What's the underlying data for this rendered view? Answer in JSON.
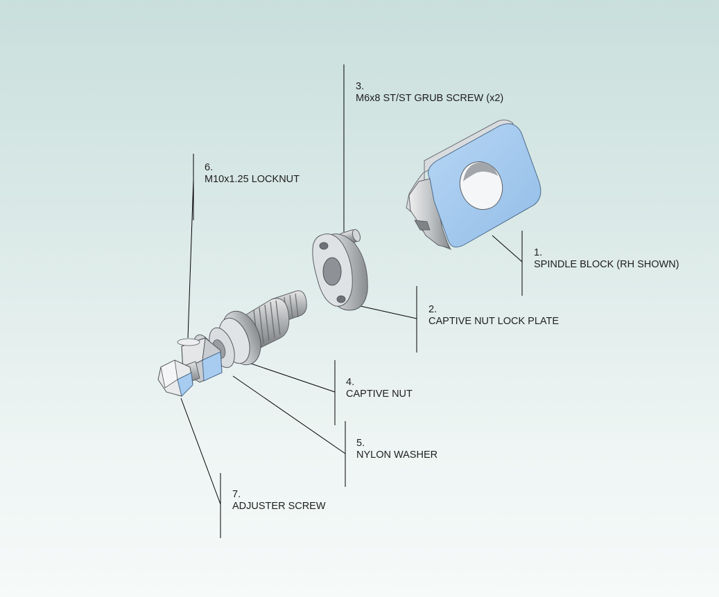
{
  "callouts": [
    {
      "id": "spindle-block",
      "number": "1.",
      "label": "SPINDLE BLOCK (RH SHOWN)"
    },
    {
      "id": "captive-nut-lock-plate",
      "number": "2.",
      "label": "CAPTIVE NUT LOCK PLATE"
    },
    {
      "id": "grub-screw",
      "number": "3.",
      "label": "M6x8 ST/ST GRUB SCREW (x2)"
    },
    {
      "id": "captive-nut",
      "number": "4.",
      "label": "CAPTIVE NUT"
    },
    {
      "id": "nylon-washer",
      "number": "5.",
      "label": "NYLON WASHER"
    },
    {
      "id": "locknut",
      "number": "6.",
      "label": "M10x1.25 LOCKNUT"
    },
    {
      "id": "adjuster-screw",
      "number": "7.",
      "label": "ADJUSTER SCREW"
    }
  ],
  "colors": {
    "part_face": "#a8ccf0",
    "part_metal": "#c8ccd0",
    "line": "#000000"
  }
}
